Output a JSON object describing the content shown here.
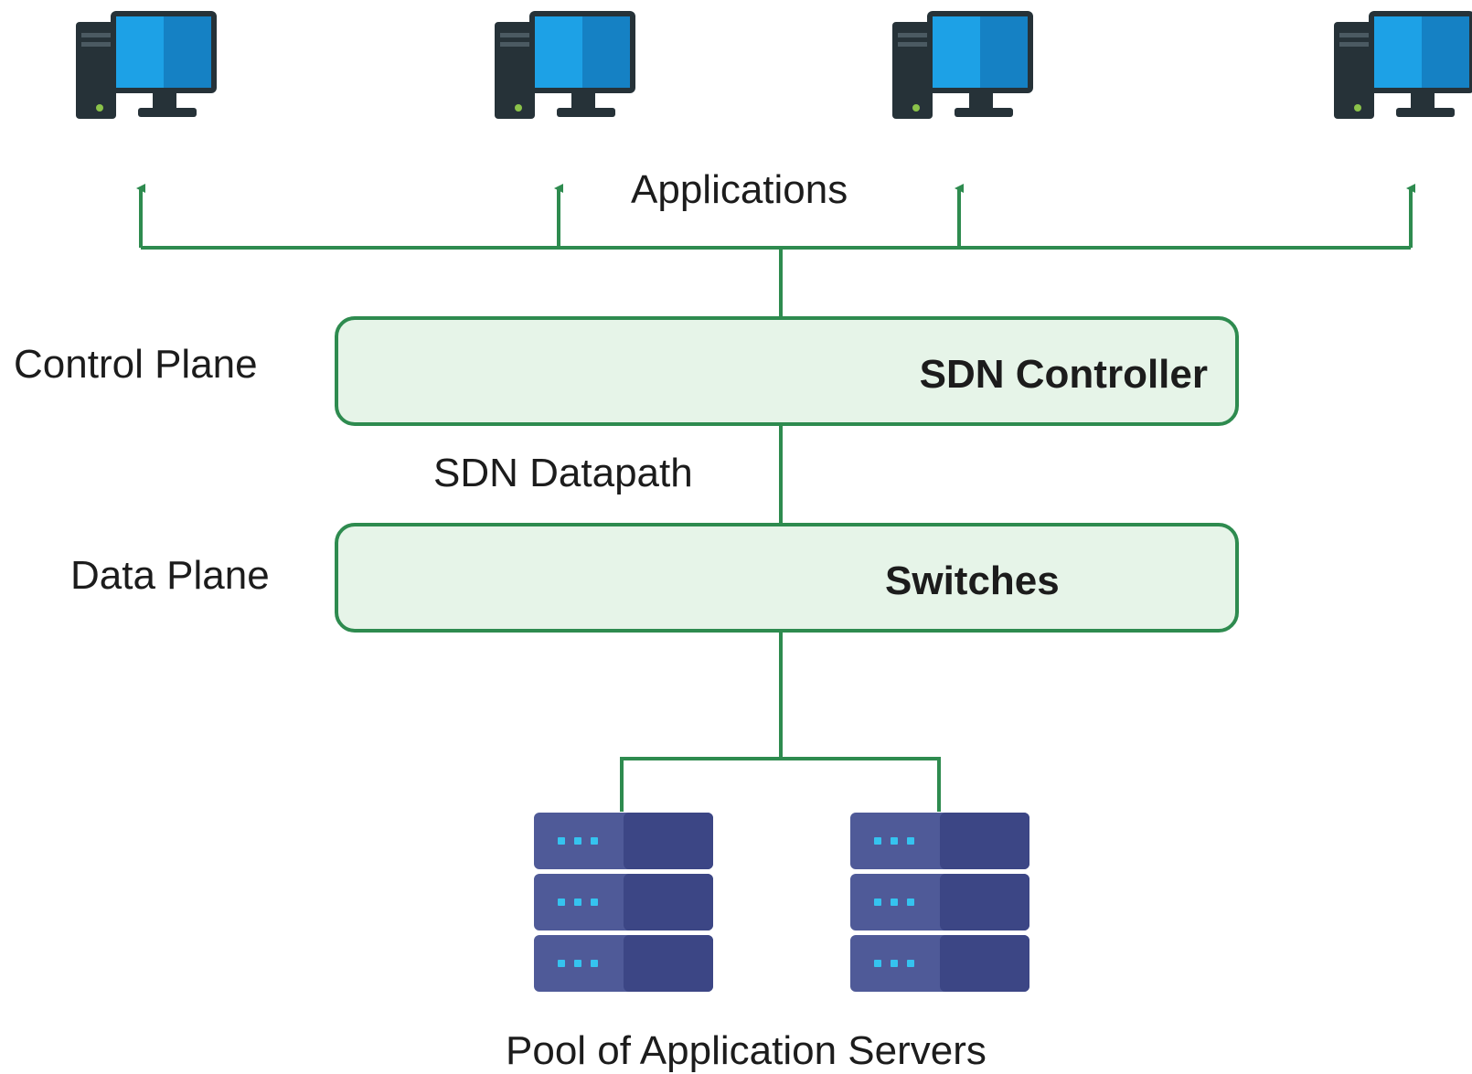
{
  "colors": {
    "connector": "#2e8b4f",
    "box_fill": "#e6f4e8",
    "box_border": "#2e8b4f",
    "monitor_screen": "#1da1e6",
    "monitor_screen_right": "#1581c4",
    "monitor_dark": "#263238",
    "server_body": "#4f5a98",
    "server_body_right": "#3c4685",
    "server_led": "#35c3ef"
  },
  "applications": {
    "label": "Applications",
    "clients": [
      {
        "name": "client-computer-1",
        "icon": "desktop-computer-icon"
      },
      {
        "name": "client-computer-2",
        "icon": "desktop-computer-icon"
      },
      {
        "name": "client-computer-3",
        "icon": "desktop-computer-icon"
      },
      {
        "name": "client-computer-4",
        "icon": "desktop-computer-icon"
      }
    ]
  },
  "control_plane": {
    "label": "Control Plane",
    "box_label": "SDN Controller"
  },
  "datapath": {
    "label": "SDN Datapath"
  },
  "data_plane": {
    "label": "Data Plane",
    "box_label": "Switches"
  },
  "servers": {
    "label": "Pool of Application Servers",
    "items": [
      {
        "name": "server-rack-1",
        "icon": "server-rack-icon"
      },
      {
        "name": "server-rack-2",
        "icon": "server-rack-icon"
      }
    ]
  }
}
